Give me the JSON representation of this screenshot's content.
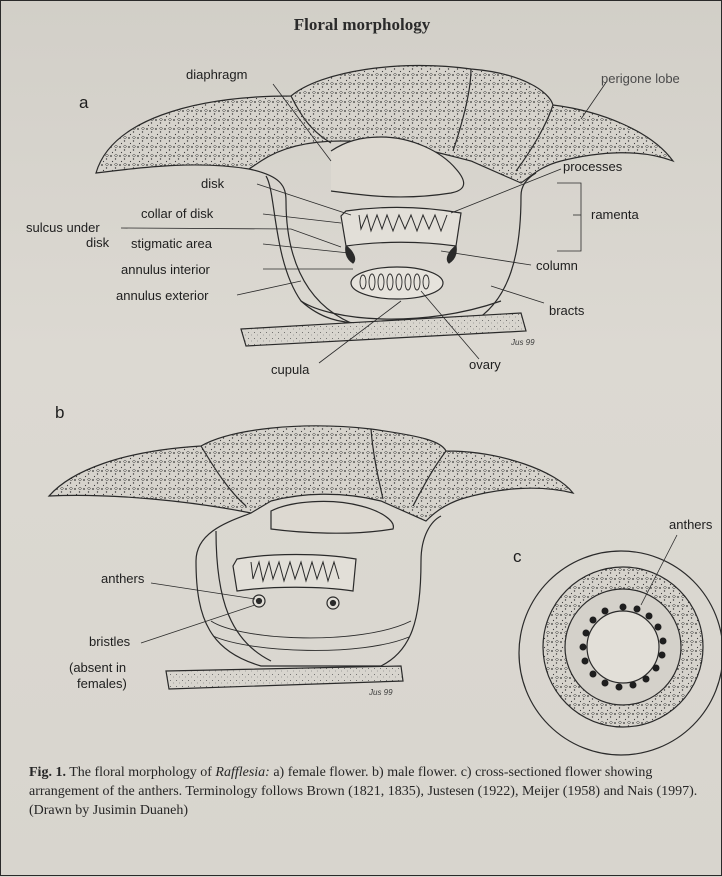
{
  "page": {
    "heading": "Floral morphology"
  },
  "panels": {
    "a": "a",
    "b": "b",
    "c": "c"
  },
  "labels_a": {
    "diaphragm": "diaphragm",
    "perigone_lobe": "perigone lobe",
    "processes": "processes",
    "ramenta": "ramenta",
    "disk": "disk",
    "collar_of_disk": "collar of disk",
    "sulcus_under_1": "sulcus under",
    "sulcus_under_2": "disk",
    "stigmatic_area": "stigmatic area",
    "annulus_interior": "annulus interior",
    "annulus_exterior": "annulus exterior",
    "column": "column",
    "bracts": "bracts",
    "cupula": "cupula",
    "ovary": "ovary",
    "signature": "Jus 99"
  },
  "labels_b": {
    "anthers": "anthers",
    "bristles": "bristles",
    "absent_1": "(absent in",
    "absent_2": "females)",
    "signature": "Jus 99"
  },
  "labels_c": {
    "anthers": "anthers"
  },
  "caption": {
    "fig": "Fig. 1.",
    "text_1": " The floral morphology of ",
    "genus": "Rafflesia:",
    "text_2": " a) female flower. b) male flower. c) cross-sectioned flower showing arrangement of the anthers. Terminology follows Brown (1821, 1835), Justesen (1922), Meijer (1958) and Nais (1997). (Drawn by Jusimin Duaneh)"
  }
}
